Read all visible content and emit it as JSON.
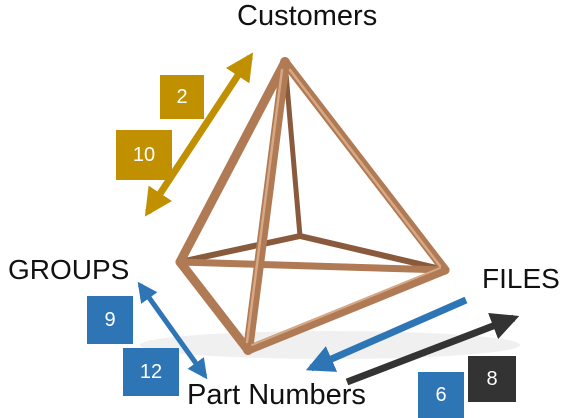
{
  "nodes": {
    "customers": "Customers",
    "groups": "GROUPS",
    "files": "FILES",
    "part_numbers": "Part Numbers"
  },
  "relations": {
    "customers_groups": {
      "upper": "2",
      "lower": "10",
      "color": "#c09000"
    },
    "groups_part_numbers": {
      "upper": "9",
      "lower": "12",
      "color": "#2e75b6"
    },
    "files_part_numbers": {
      "blue": "6",
      "black": "8",
      "blue_color": "#2e75b6",
      "black_color": "#333333"
    }
  },
  "illustration": {
    "frame_color": "#b07a55",
    "frame_shadow_color": "#8a5a3c",
    "frame_highlight_color": "#d6a884"
  }
}
